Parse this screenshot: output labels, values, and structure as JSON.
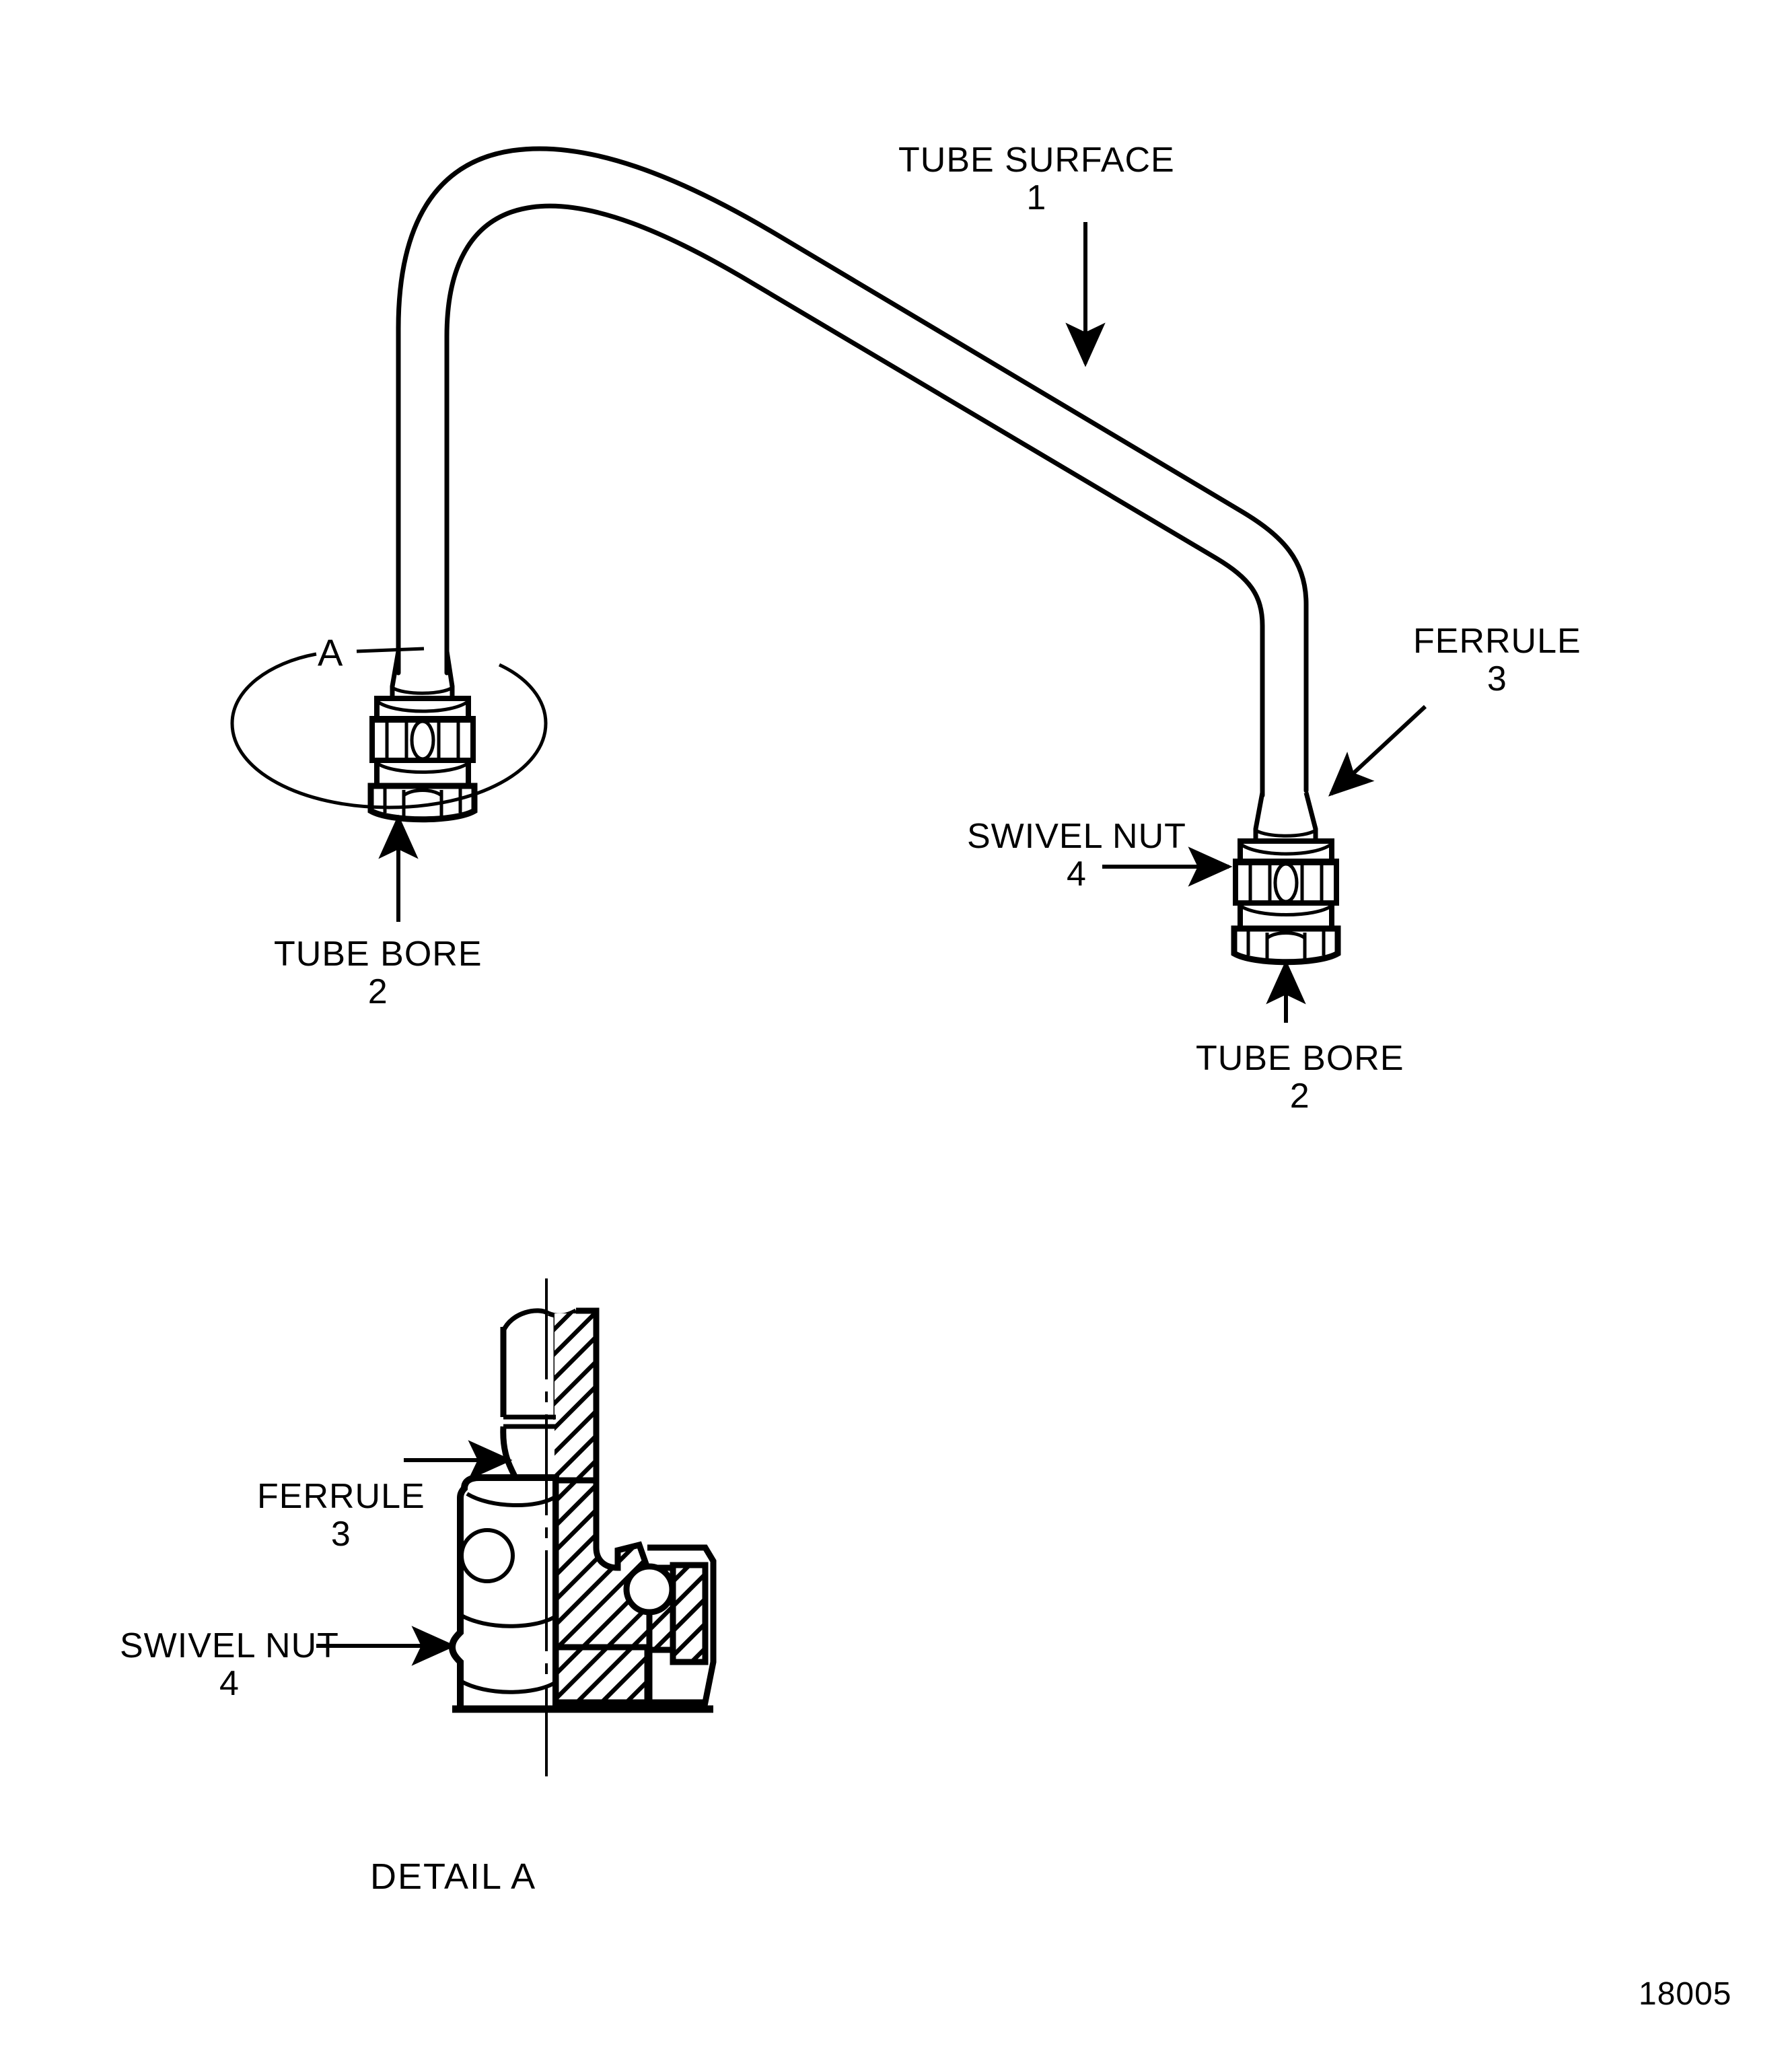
{
  "figure": {
    "type": "technical-line-drawing",
    "subject": "Tube assembly with swivel nut and ferrule fittings",
    "figure_number": "18005",
    "detail_caption": "DETAIL A",
    "detail_circle_letter": "A"
  },
  "callouts": [
    {
      "id": "tube-surface",
      "text": "TUBE SURFACE",
      "number": "1",
      "leader": "arrow-down",
      "view": "main"
    },
    {
      "id": "tube-bore-left",
      "text": "TUBE BORE",
      "number": "2",
      "leader": "arrow-up",
      "view": "main"
    },
    {
      "id": "ferrule-right",
      "text": "FERRULE",
      "number": "3",
      "leader": "arrow-diagonal-down-left",
      "view": "main"
    },
    {
      "id": "swivel-nut-right",
      "text": "SWIVEL NUT",
      "number": "4",
      "leader": "arrow-right",
      "view": "main"
    },
    {
      "id": "tube-bore-right",
      "text": "TUBE BORE",
      "number": "2",
      "leader": "arrow-up",
      "view": "main"
    },
    {
      "id": "ferrule-detail",
      "text": "FERRULE",
      "number": "3",
      "leader": "arrow-right",
      "view": "detail-a"
    },
    {
      "id": "swivel-nut-detail",
      "text": "SWIVEL NUT",
      "number": "4",
      "leader": "arrow-right",
      "view": "detail-a"
    }
  ],
  "legend_items": [
    {
      "number": "1",
      "name": "TUBE SURFACE"
    },
    {
      "number": "2",
      "name": "TUBE BORE"
    },
    {
      "number": "3",
      "name": "FERRULE"
    },
    {
      "number": "4",
      "name": "SWIVEL NUT"
    }
  ],
  "colors": {
    "line": "#000000",
    "background": "#ffffff"
  }
}
